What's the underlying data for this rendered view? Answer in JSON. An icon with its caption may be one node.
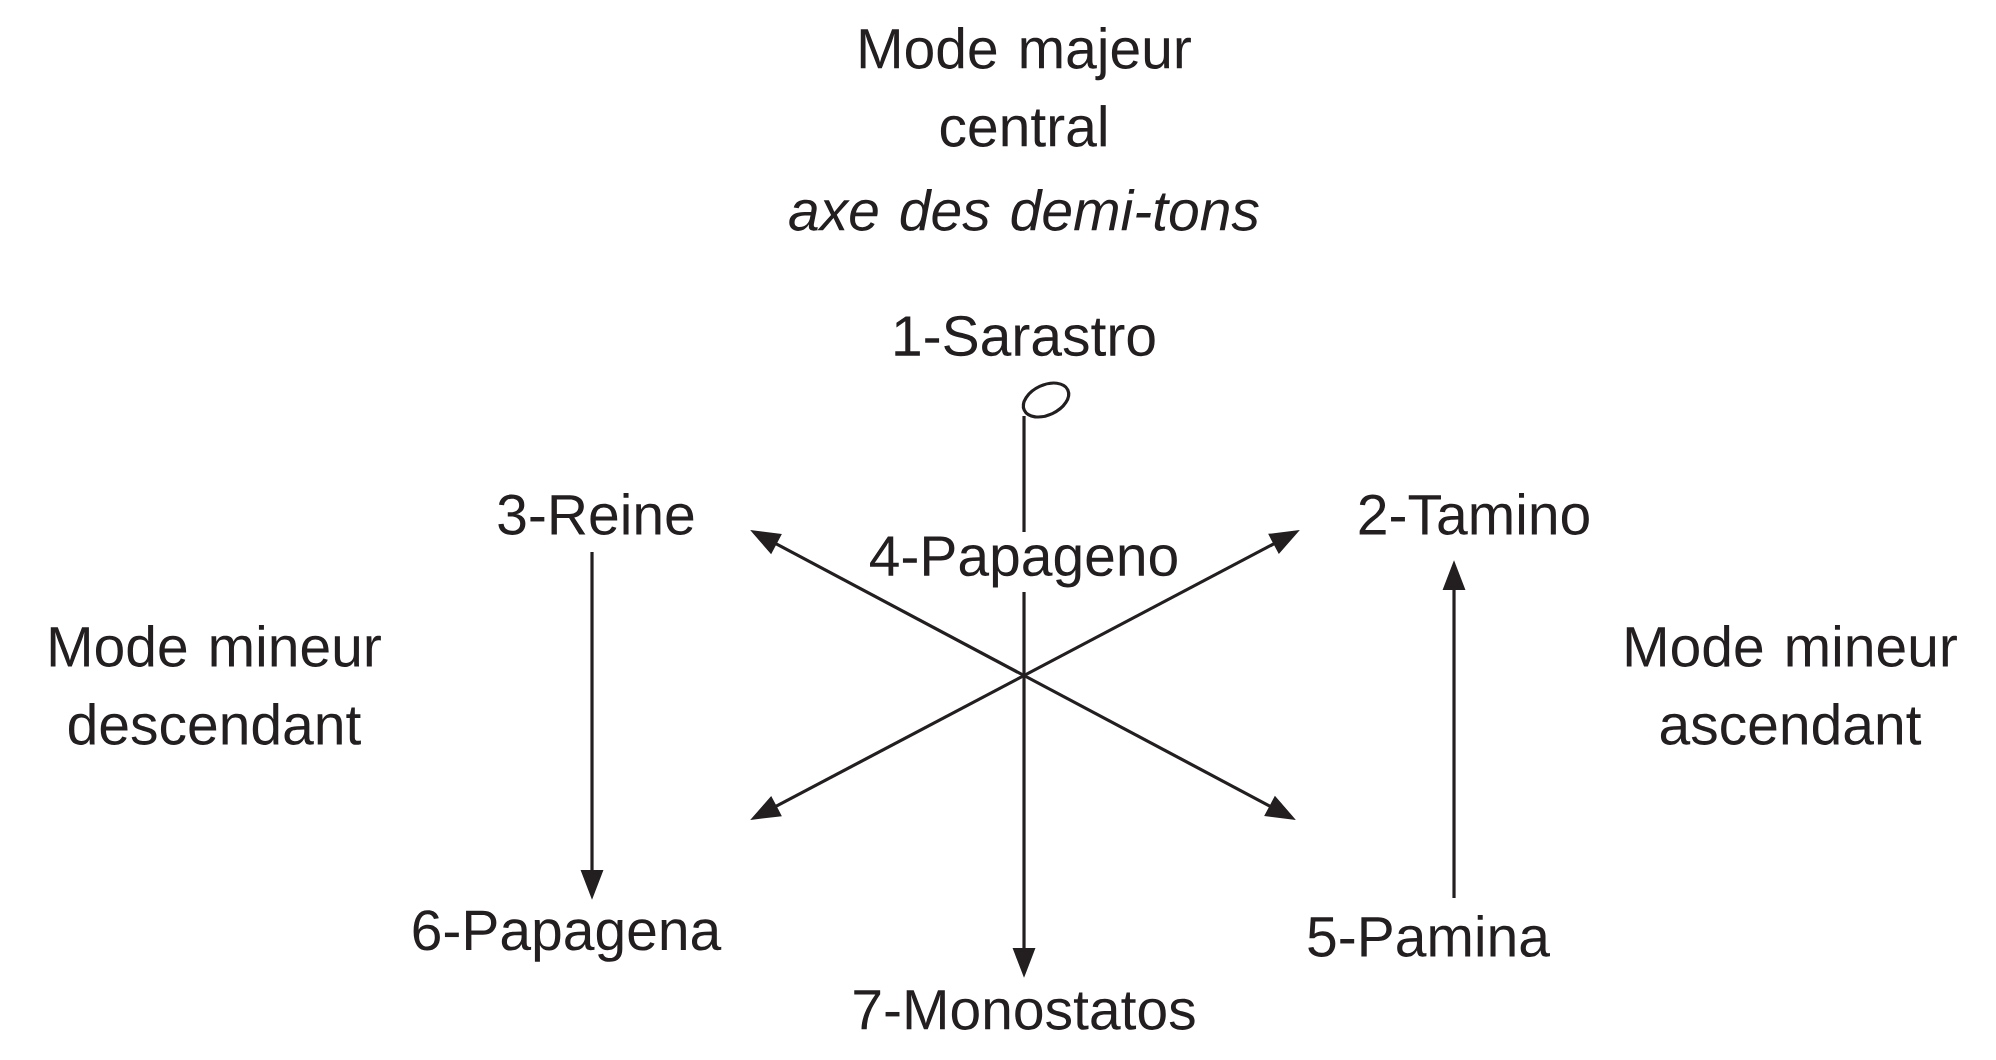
{
  "diagram": {
    "nodes": [
      {
        "text": [
          "1-Sarastro"
        ]
      },
      {
        "text": [],
        "shape": "circle"
      },
      {
        "text": [
          "3-Reine"
        ]
      },
      {
        "text": [
          "2-Tamino"
        ]
      },
      {
        "text": [
          "4-Papageno"
        ]
      },
      {
        "text": [
          "6-Papagena"
        ]
      },
      {
        "text": [
          "5-Pamina"
        ]
      },
      {
        "text": [
          "7-Monostatos"
        ]
      }
    ],
    "edges": [
      {
        "from": 1,
        "to": 4,
        "arrow": "none"
      },
      {
        "from": 4,
        "to": 7,
        "arrow": "to"
      },
      {
        "from": 2,
        "to": 6,
        "arrow": "both"
      },
      {
        "from": 5,
        "to": 3,
        "arrow": "both"
      },
      {
        "from": 2,
        "to": 5,
        "arrow": "to"
      },
      {
        "from": 6,
        "to": 3,
        "arrow": "to"
      }
    ],
    "labels": [
      "Mode majeur central",
      "axe des demi-tons",
      "Mode mineur descendant",
      "Mode mineur ascendant"
    ]
  }
}
